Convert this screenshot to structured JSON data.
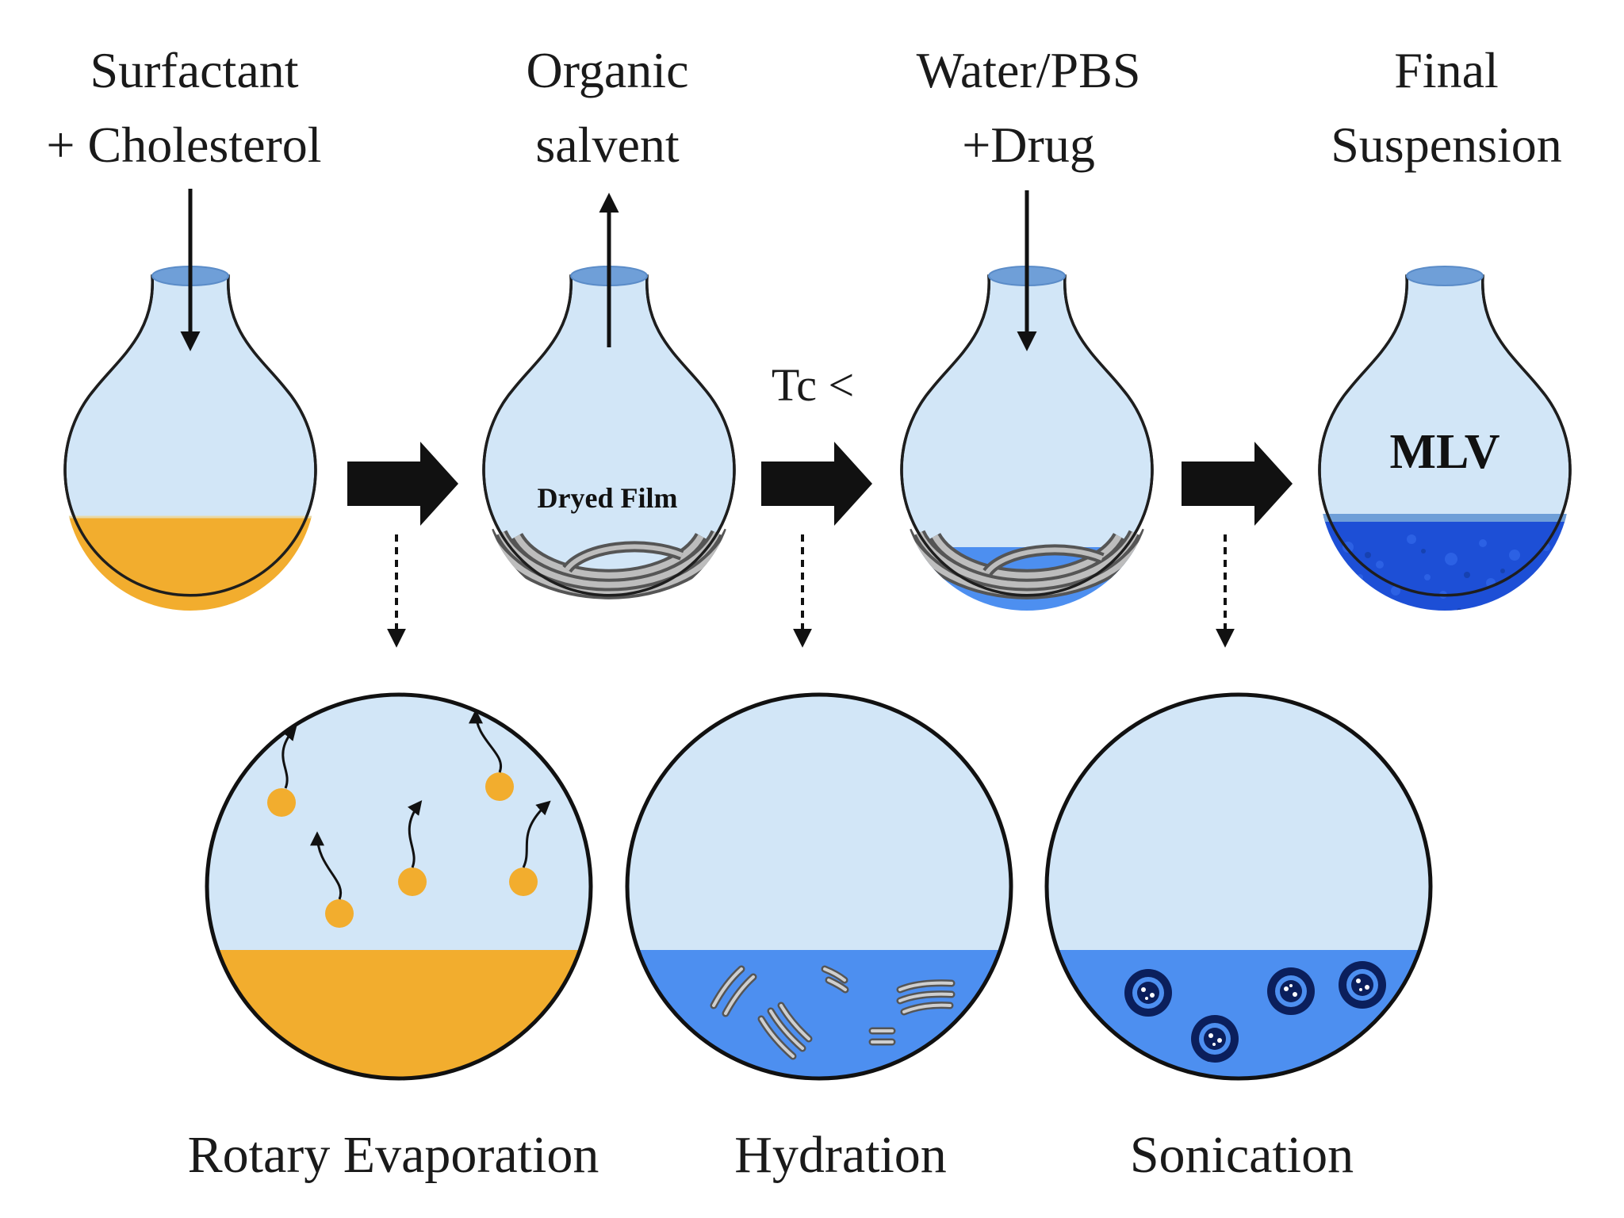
{
  "colors": {
    "glass": "#d2e6f7",
    "neck": "#6f9fd8",
    "orange": "#f2ad2e",
    "blue": "#4d8ff0",
    "deep_blue": "#1d4fd6",
    "film": "#8c8c8c",
    "outline": "#1e1e1e"
  },
  "top_labels": {
    "step1": {
      "line1": "Surfactant",
      "line2": "+ Cholesterol"
    },
    "step2": {
      "line1": "Organic",
      "line2": "salvent"
    },
    "step3": {
      "line1": "Water/PBS",
      "line2": "+Drug"
    },
    "step4": {
      "line1": "Final",
      "line2": "Suspension"
    }
  },
  "flask_labels": {
    "dried_film": "Dryed Film",
    "mlv": "MLV"
  },
  "condition_label": "Tc <",
  "process_labels": {
    "rotary": "Rotary Evaporation",
    "hydration": "Hydration",
    "sonication": "Sonication"
  }
}
